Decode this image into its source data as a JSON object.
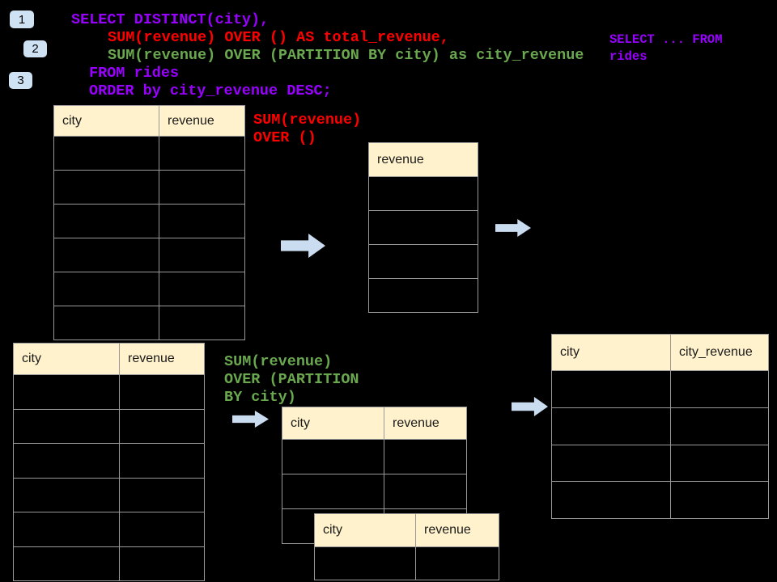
{
  "colors": {
    "background": "#000000",
    "sql_purple": "#9900FF",
    "sql_red": "#FF0000",
    "sql_green": "#6AA84F",
    "table_header_bg": "#FFF2CC",
    "table_border": "#999999",
    "badge_bg": "#CFE2F3",
    "arrow_fill": "#C9DCF0"
  },
  "step_badges": [
    {
      "label": "1"
    },
    {
      "label": "2"
    },
    {
      "label": "3"
    }
  ],
  "sql_query": {
    "lines": [
      {
        "text": "SELECT DISTINCT(city),",
        "color": "purple"
      },
      {
        "text": "SUM(revenue) OVER () AS total_revenue,",
        "color": "red"
      },
      {
        "text": "SUM(revenue) OVER (PARTITION BY city) as city_revenue",
        "color": "green"
      },
      {
        "text": "FROM rides",
        "color": "purple"
      },
      {
        "text": "ORDER by city_revenue DESC;",
        "color": "purple"
      }
    ]
  },
  "side_note": {
    "line1": "SELECT ... FROM",
    "line2": "rides"
  },
  "annotations": {
    "total_revenue_label": {
      "line1": "SUM(revenue)",
      "line2": "OVER ()"
    },
    "partition_label": {
      "line1": "SUM(revenue)",
      "line2": "OVER (PARTITION",
      "line3": "BY city)"
    }
  },
  "tables": {
    "source_top": {
      "headers": [
        "city",
        "revenue"
      ],
      "empty_rows": 6
    },
    "total_result": {
      "headers": [
        "revenue"
      ],
      "empty_rows": 4
    },
    "source_bottom": {
      "headers": [
        "city",
        "revenue"
      ],
      "empty_rows": 6
    },
    "partition_step": {
      "headers": [
        "city",
        "revenue"
      ],
      "empty_rows": 3
    },
    "partition_overlay": {
      "headers": [
        "city",
        "revenue"
      ],
      "empty_rows": 1
    },
    "final_result": {
      "headers": [
        "city",
        "city_revenue"
      ],
      "empty_rows": 4
    }
  }
}
